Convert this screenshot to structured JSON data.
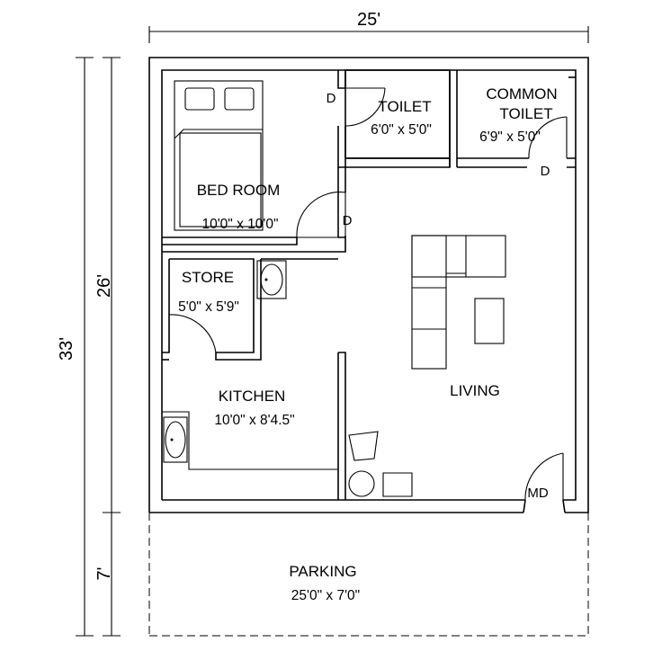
{
  "dimensions": {
    "top_width": "25'",
    "total_height": "33'",
    "house_height": "26'",
    "parking_height": "7'"
  },
  "rooms": {
    "bedroom": {
      "name": "BED ROOM",
      "size": "10'0\" x 10'0\""
    },
    "toilet": {
      "name": "TOILET",
      "size": "6'0\" x 5'0\""
    },
    "common_toilet": {
      "name_line1": "COMMON",
      "name_line2": "TOILET",
      "size": "6'9\" x 5'0\""
    },
    "store": {
      "name": "STORE",
      "size": "5'0\" x 5'9\""
    },
    "kitchen": {
      "name": "KITCHEN",
      "size": "10'0\" x 8'4.5\""
    },
    "living": {
      "name": "LIVING"
    },
    "parking": {
      "name": "PARKING",
      "size": "25'0\" x 7'0\""
    }
  },
  "doors": {
    "toilet_door": "D",
    "bedroom_door": "D",
    "common_toilet_door": "D",
    "main_door": "MD"
  }
}
